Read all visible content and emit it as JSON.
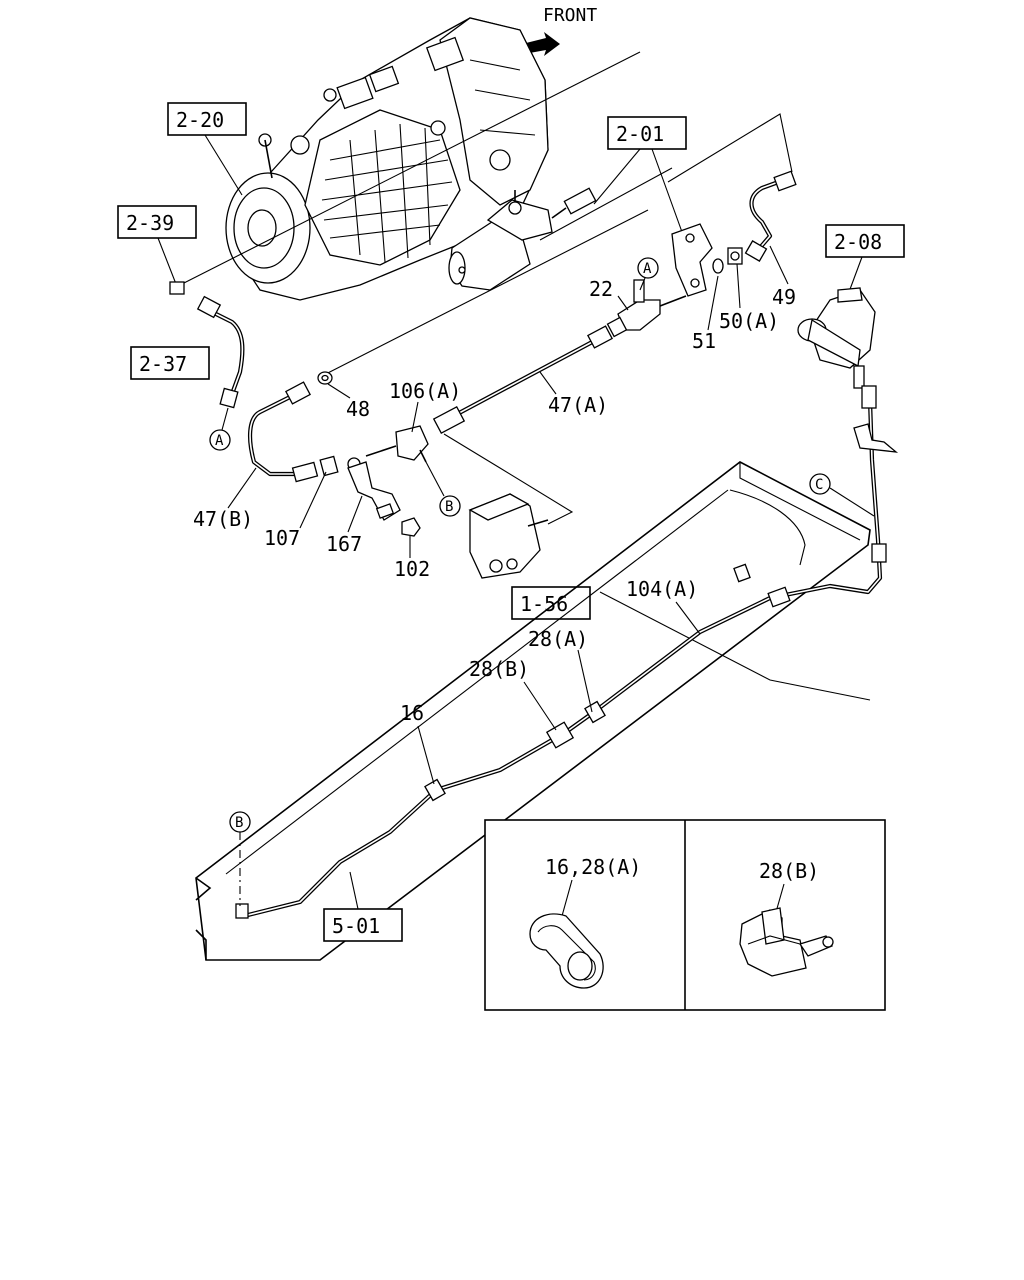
{
  "front_label": "FRONT",
  "ref_boxes": {
    "r2_20": "2-20",
    "r2_39": "2-39",
    "r2_37": "2-37",
    "r2_01": "2-01",
    "r2_08": "2-08",
    "r1_56": "1-56",
    "r5_01": "5-01"
  },
  "callouts": {
    "p22": "22",
    "p51": "51",
    "p50a": "50(A)",
    "p49": "49",
    "p48": "48",
    "p106a": "106(A)",
    "p47a": "47(A)",
    "p47b": "47(B)",
    "p107": "107",
    "p167": "167",
    "p102": "102",
    "p104a": "104(A)",
    "p28a": "28(A)",
    "p28b": "28(B)",
    "p16": "16"
  },
  "connectors": {
    "a_top": "A",
    "a_left": "A",
    "b_mid": "B",
    "b_low": "B",
    "c_mid": "C"
  },
  "inset": {
    "left_label": "16,28(A)",
    "right_label": "28(B)"
  }
}
